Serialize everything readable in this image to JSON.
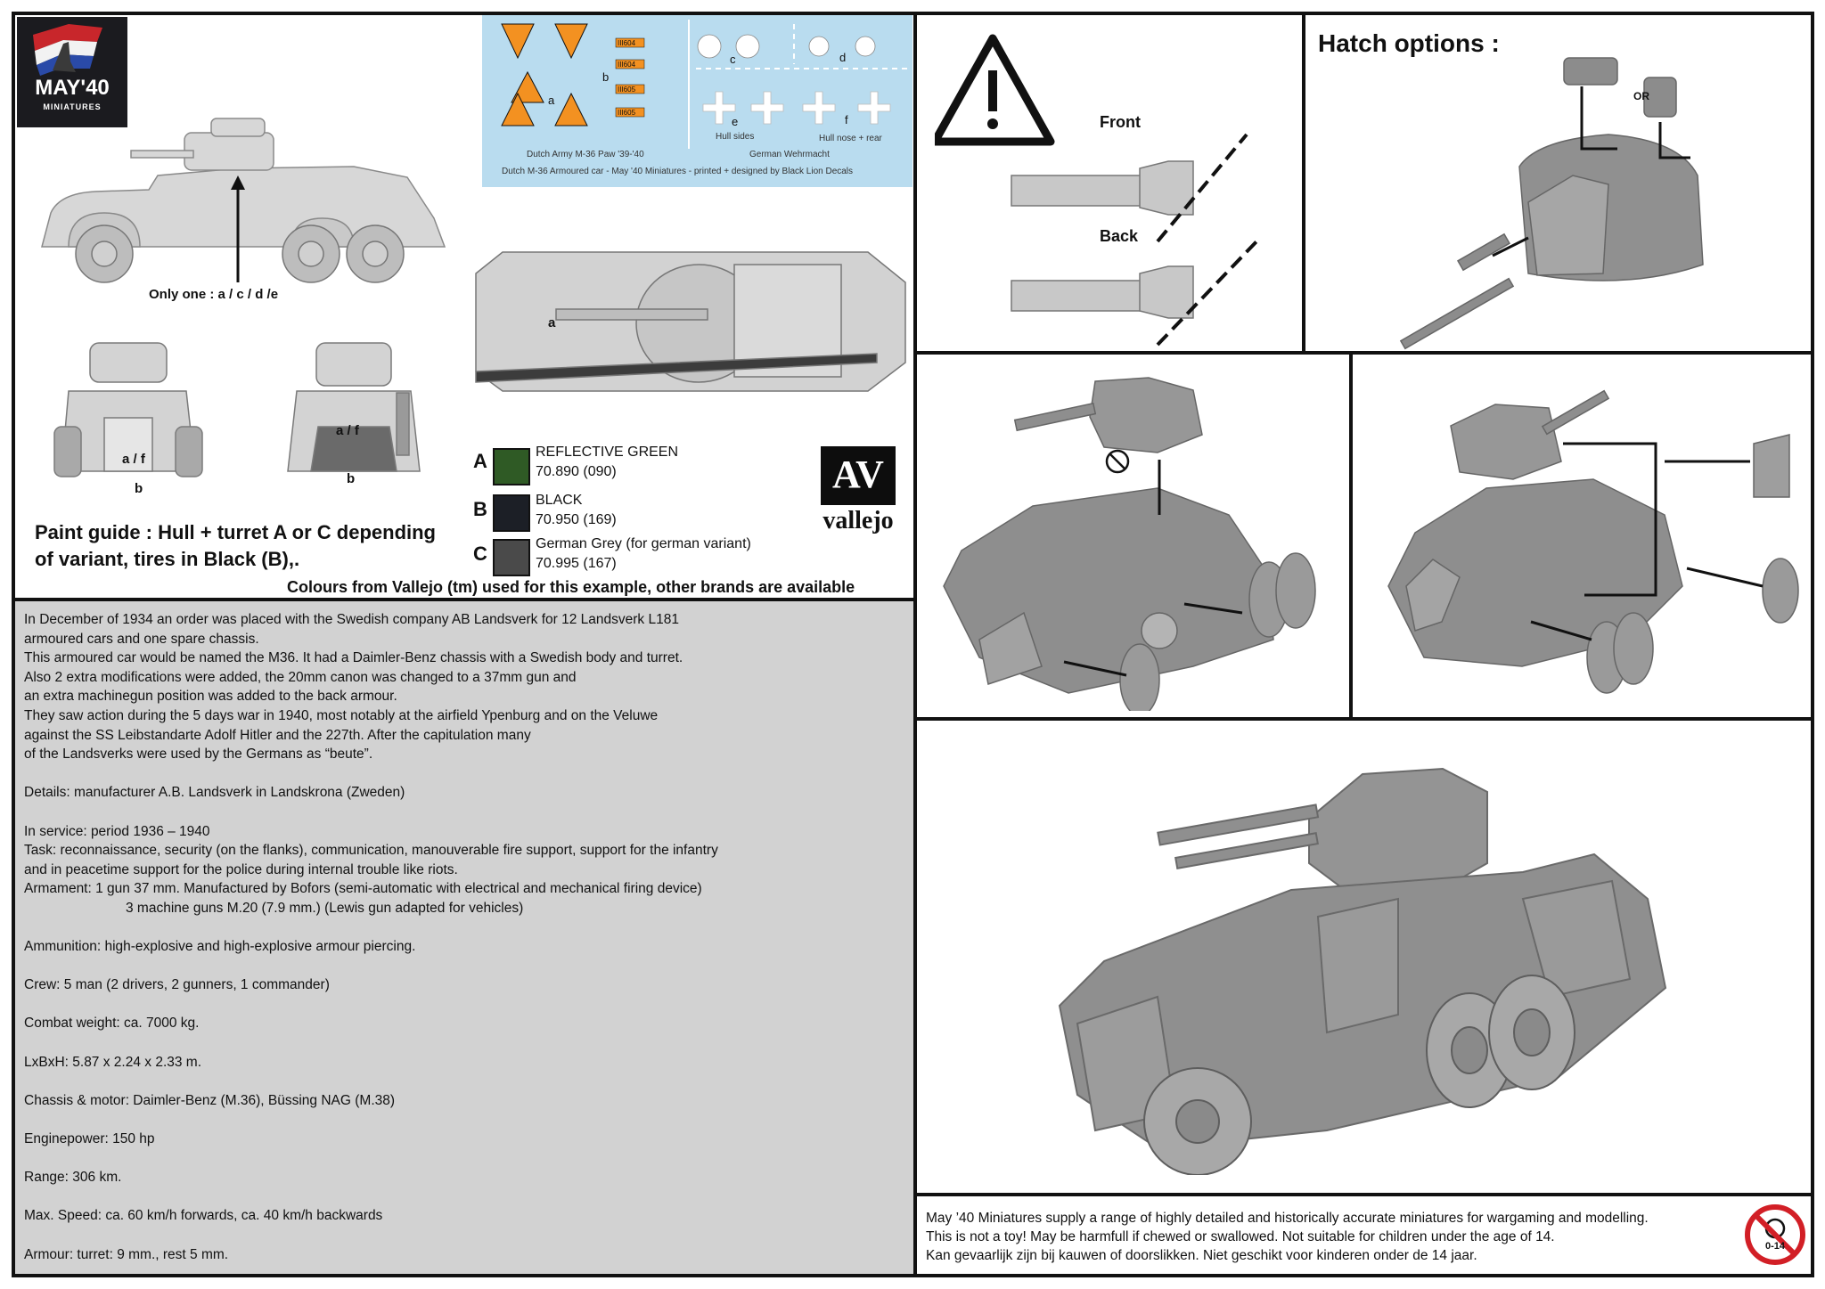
{
  "logo": {
    "title": "MAY'40",
    "subtitle": "MINIATURES"
  },
  "decals": {
    "tri_label": "a",
    "b_label": "b",
    "codes": [
      "III604",
      "III604",
      "III605",
      "III605"
    ],
    "c_label": "c",
    "d_label": "d",
    "e_label": "e",
    "f_label": "f",
    "dutch_caption": "Dutch Army M-36 Paw '39-'40",
    "hull_sides": "Hull sides",
    "hull_nose": "Hull nose + rear",
    "german_caption": "German Wehrmacht",
    "sheet_caption": "Dutch M-36 Armoured car - May '40 Miniatures - printed + designed by Black Lion Decals"
  },
  "side_view": {
    "note": "Only one : a / c / d /e"
  },
  "front_view": {
    "label_af": "a / f",
    "label_b": "b"
  },
  "rear_view": {
    "label_af": "a / f",
    "label_b": "b"
  },
  "top_view": {
    "label_a": "a"
  },
  "paints": [
    {
      "letter": "A",
      "name": "REFLECTIVE GREEN",
      "code": "70.890 (090)",
      "color": "#2f5a25"
    },
    {
      "letter": "B",
      "name": "BLACK",
      "code": "70.950 (169)",
      "color": "#1c1f26"
    },
    {
      "letter": "C",
      "name": "German Grey  (for german variant)",
      "code": "70.995 (167)",
      "color": "#4a4a4a"
    }
  ],
  "vallejo": {
    "mark": "AV",
    "name": "vallejo"
  },
  "paint_guide": {
    "line1": "Paint guide : Hull + turret A or C depending",
    "line2": "of variant, tires in Black (B),.",
    "colours_note": "Colours from Vallejo (tm) used for this example, other brands are available"
  },
  "gun_panel": {
    "front": "Front",
    "back": "Back"
  },
  "hatch": {
    "title": "Hatch options :",
    "or": "OR"
  },
  "history": {
    "lines": [
      "In December of 1934 an order was placed with the Swedish company AB Landsverk for 12 Landsverk L181",
      "armoured cars and one spare chassis.",
      "This armoured car would be named the M36. It had a Daimler-Benz chassis with a Swedish body and turret.",
      "Also 2 extra modifications were added, the 20mm canon was changed to a 37mm gun and",
      "an extra machinegun position was added to the back armour.",
      "They saw action during the 5 days war in 1940, most notably at the airfield Ypenburg and on the Veluwe",
      "against the SS Leibstandarte Adolf Hitler and the 227th. After the capitulation many",
      "of the Landsverks were used by the Germans as “beute”."
    ],
    "details": "Details:  manufacturer   A.B. Landsverk in Landskrona (Zweden)",
    "in_service": "In service:     period 1936 – 1940",
    "task1": "Task:     reconnaissance, security (on the flanks), communication, manouverable fire support, support for the infantry",
    "task2": "and in peacetime support for the police during internal trouble like riots.",
    "armament1": "Armament:        1 gun 37 mm. Manufactured by Bofors (semi-automatic with electrical and mechanical firing device)",
    "armament2": "3 machine guns M.20 (7.9 mm.) (Lewis gun adapted for vehicles)",
    "ammunition": "Ammunition:     high-explosive and high-explosive armour piercing.",
    "crew": "Crew:    5 man (2 drivers, 2 gunners, 1 commander)",
    "weight": "Combat weight:             ca. 7000 kg.",
    "dimensions": "LxBxH: 5.87 x 2.24 x 2.33 m.",
    "chassis": "Chassis & motor:             Daimler-Benz (M.36), Büssing NAG (M.38)",
    "engine": "Enginepower:   150 hp",
    "range": "Range: 306 km.",
    "speed": "Max. Speed:      ca. 60 km/h forwards, ca. 40 km/h backwards",
    "armour": "Armour:            turret: 9 mm., rest 5 mm."
  },
  "safety": {
    "line1": "May ’40 Miniatures supply  a range of highly detailed and historically accurate miniatures for wargaming and modelling.",
    "line2": "This is not a toy! May be harmfull if chewed or swallowed. Not suitable for children under the age of 14.",
    "line3": "Kan gevaarlijk zijn bij kauwen of doorslikken. Niet geschikt voor kinderen onder de 14 jaar.",
    "age_badge": "0-14"
  }
}
